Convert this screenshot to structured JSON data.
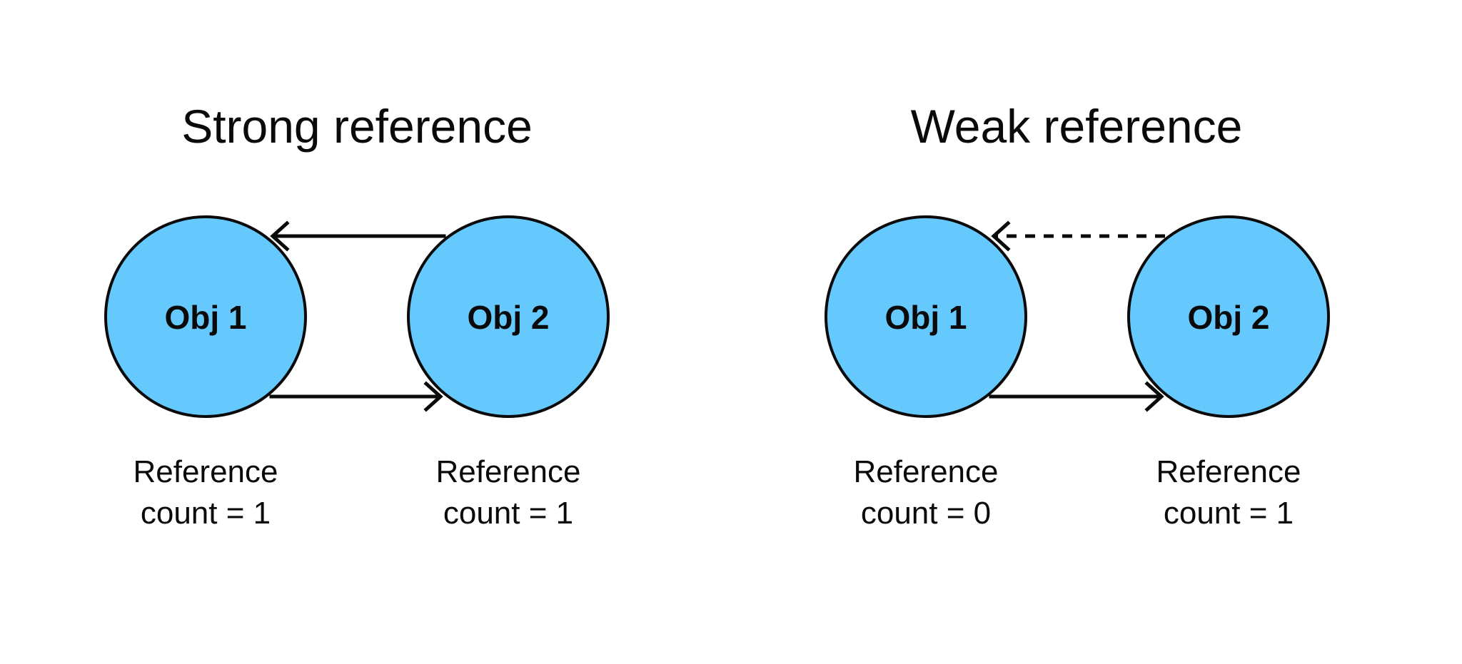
{
  "panels": {
    "strong": {
      "title": "Strong reference",
      "nodes": [
        {
          "label": "Obj 1",
          "count_line1": "Reference",
          "count_line2": "count = 1"
        },
        {
          "label": "Obj 2",
          "count_line1": "Reference",
          "count_line2": "count = 1"
        }
      ],
      "edges": [
        {
          "from": "Obj 2",
          "to": "Obj 1",
          "style": "solid"
        },
        {
          "from": "Obj 1",
          "to": "Obj 2",
          "style": "solid"
        }
      ]
    },
    "weak": {
      "title": "Weak reference",
      "nodes": [
        {
          "label": "Obj 1",
          "count_line1": "Reference",
          "count_line2": "count = 0"
        },
        {
          "label": "Obj 2",
          "count_line1": "Reference",
          "count_line2": "count = 1"
        }
      ],
      "edges": [
        {
          "from": "Obj 2",
          "to": "Obj 1",
          "style": "dashed"
        },
        {
          "from": "Obj 1",
          "to": "Obj 2",
          "style": "solid"
        }
      ]
    }
  },
  "colors": {
    "node_fill": "#66c9fd",
    "stroke": "#0a0a0a",
    "background": "#ffffff"
  }
}
